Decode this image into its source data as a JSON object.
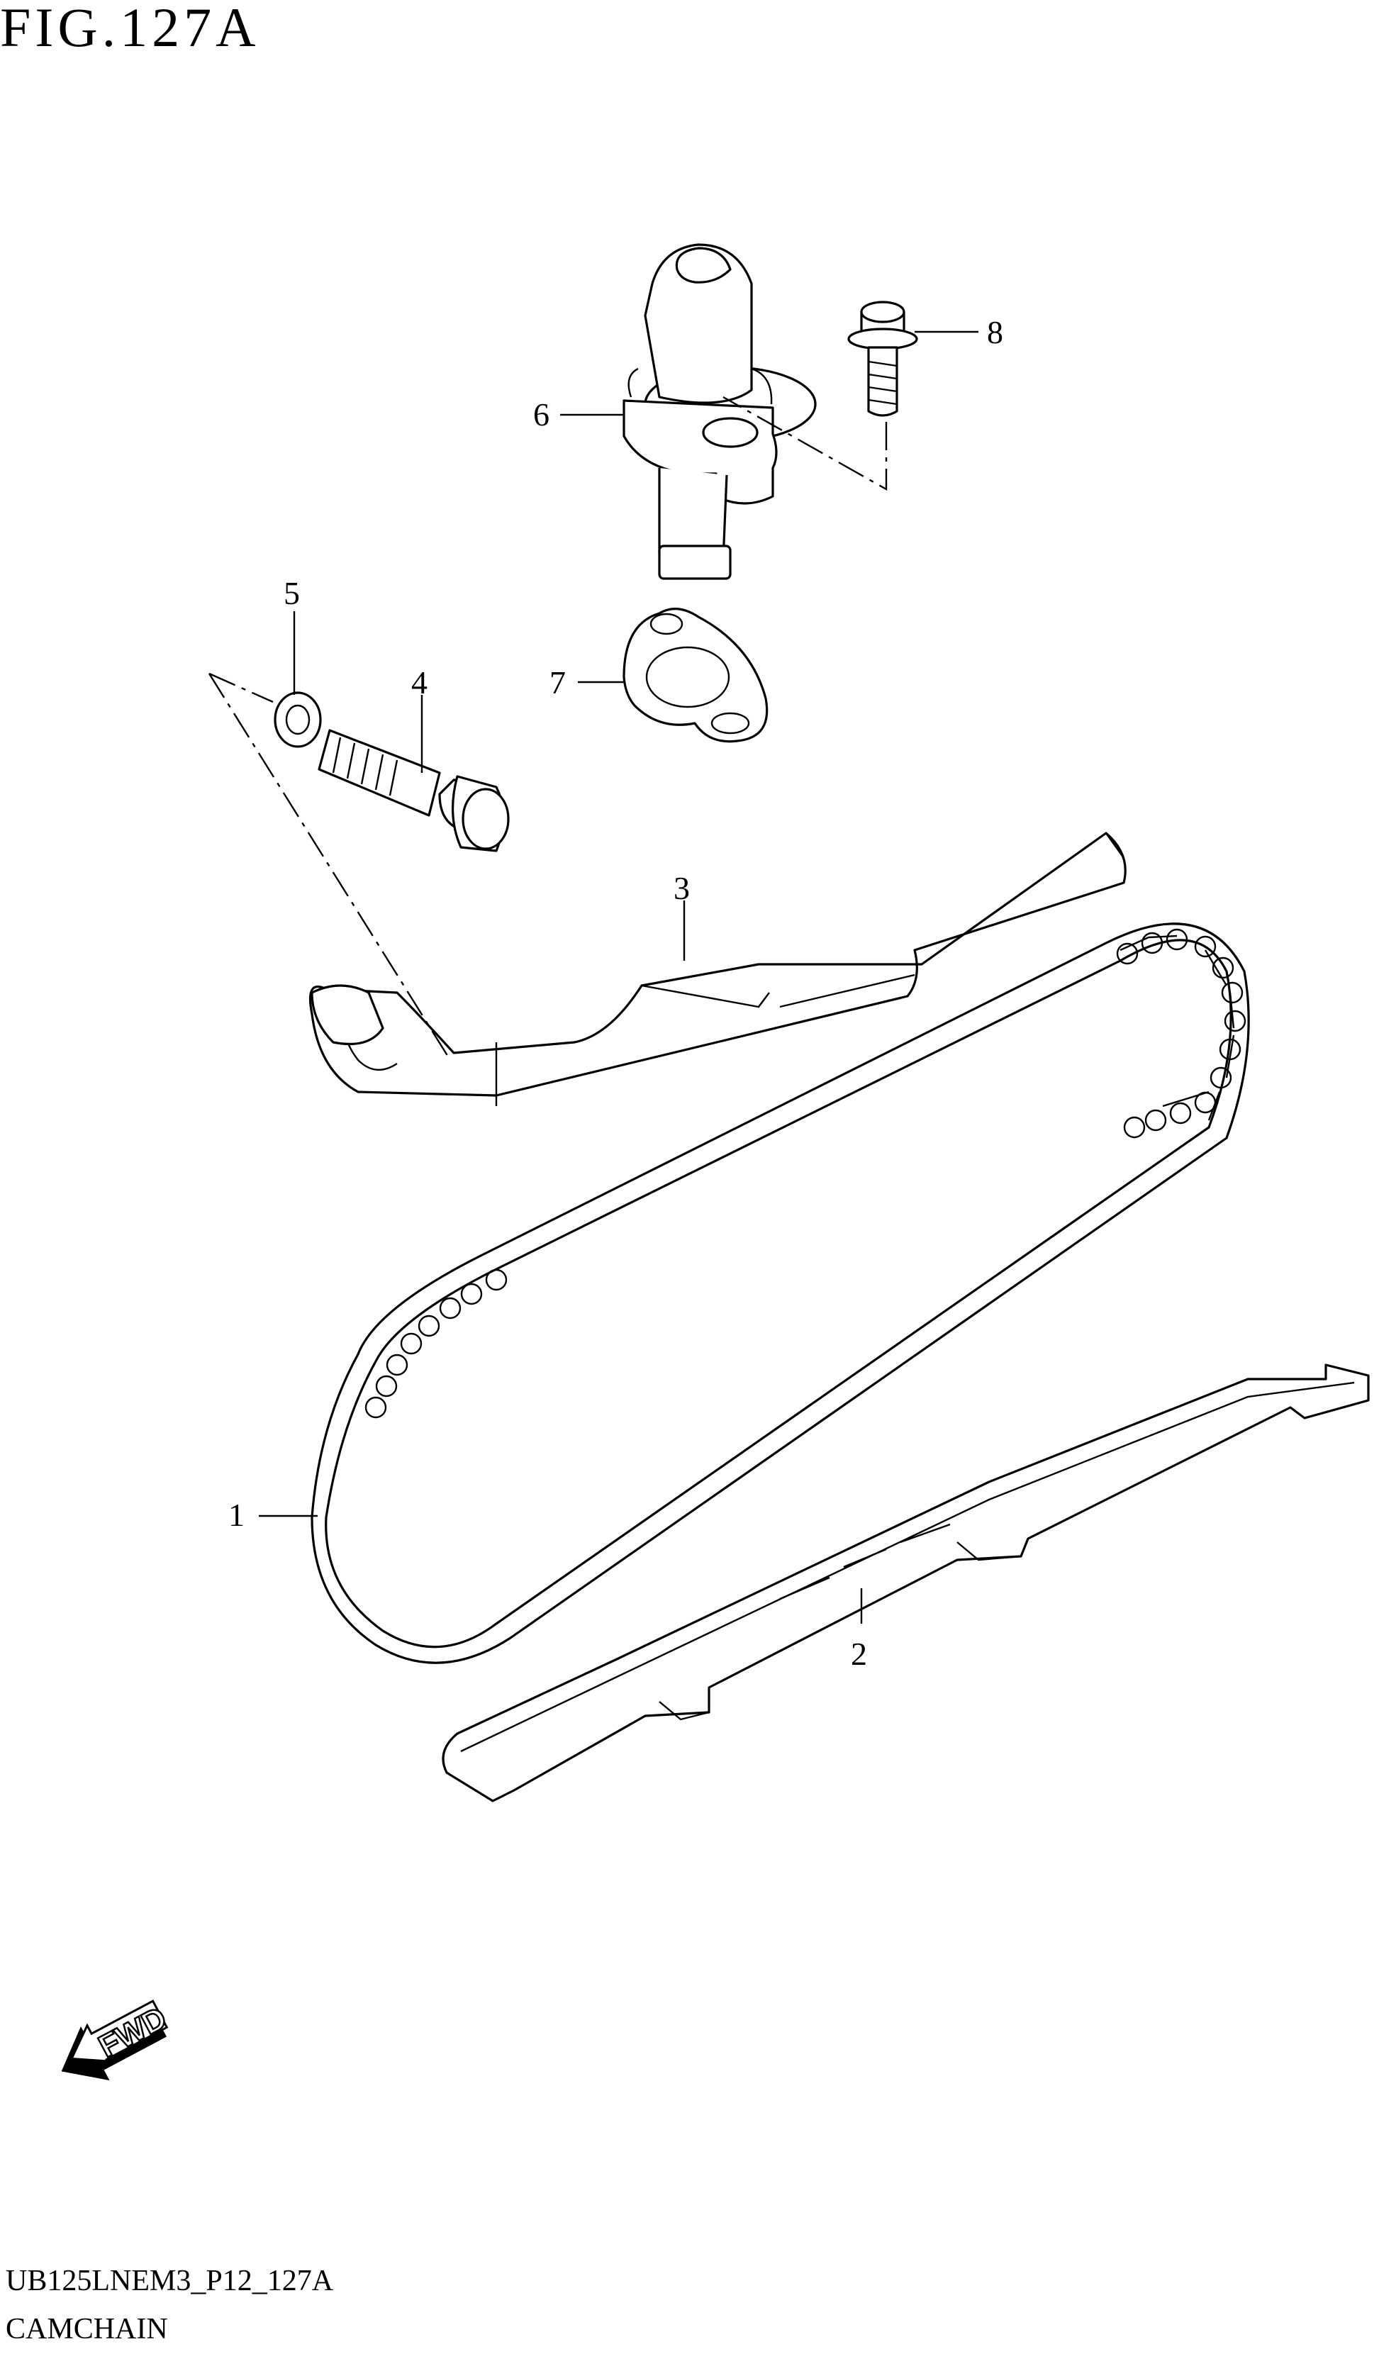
{
  "figure": {
    "title": "FIG.127A",
    "code": "UB125LNEM3_P12_127A",
    "name": "CAMCHAIN"
  },
  "callouts": [
    {
      "id": "1",
      "label": "1"
    },
    {
      "id": "2",
      "label": "2"
    },
    {
      "id": "3",
      "label": "3"
    },
    {
      "id": "4",
      "label": "4"
    },
    {
      "id": "5",
      "label": "5"
    },
    {
      "id": "6",
      "label": "6"
    },
    {
      "id": "7",
      "label": "7"
    },
    {
      "id": "8",
      "label": "8"
    }
  ],
  "direction_badge": {
    "text": "FWD",
    "icon": "forward-arrow-icon"
  }
}
